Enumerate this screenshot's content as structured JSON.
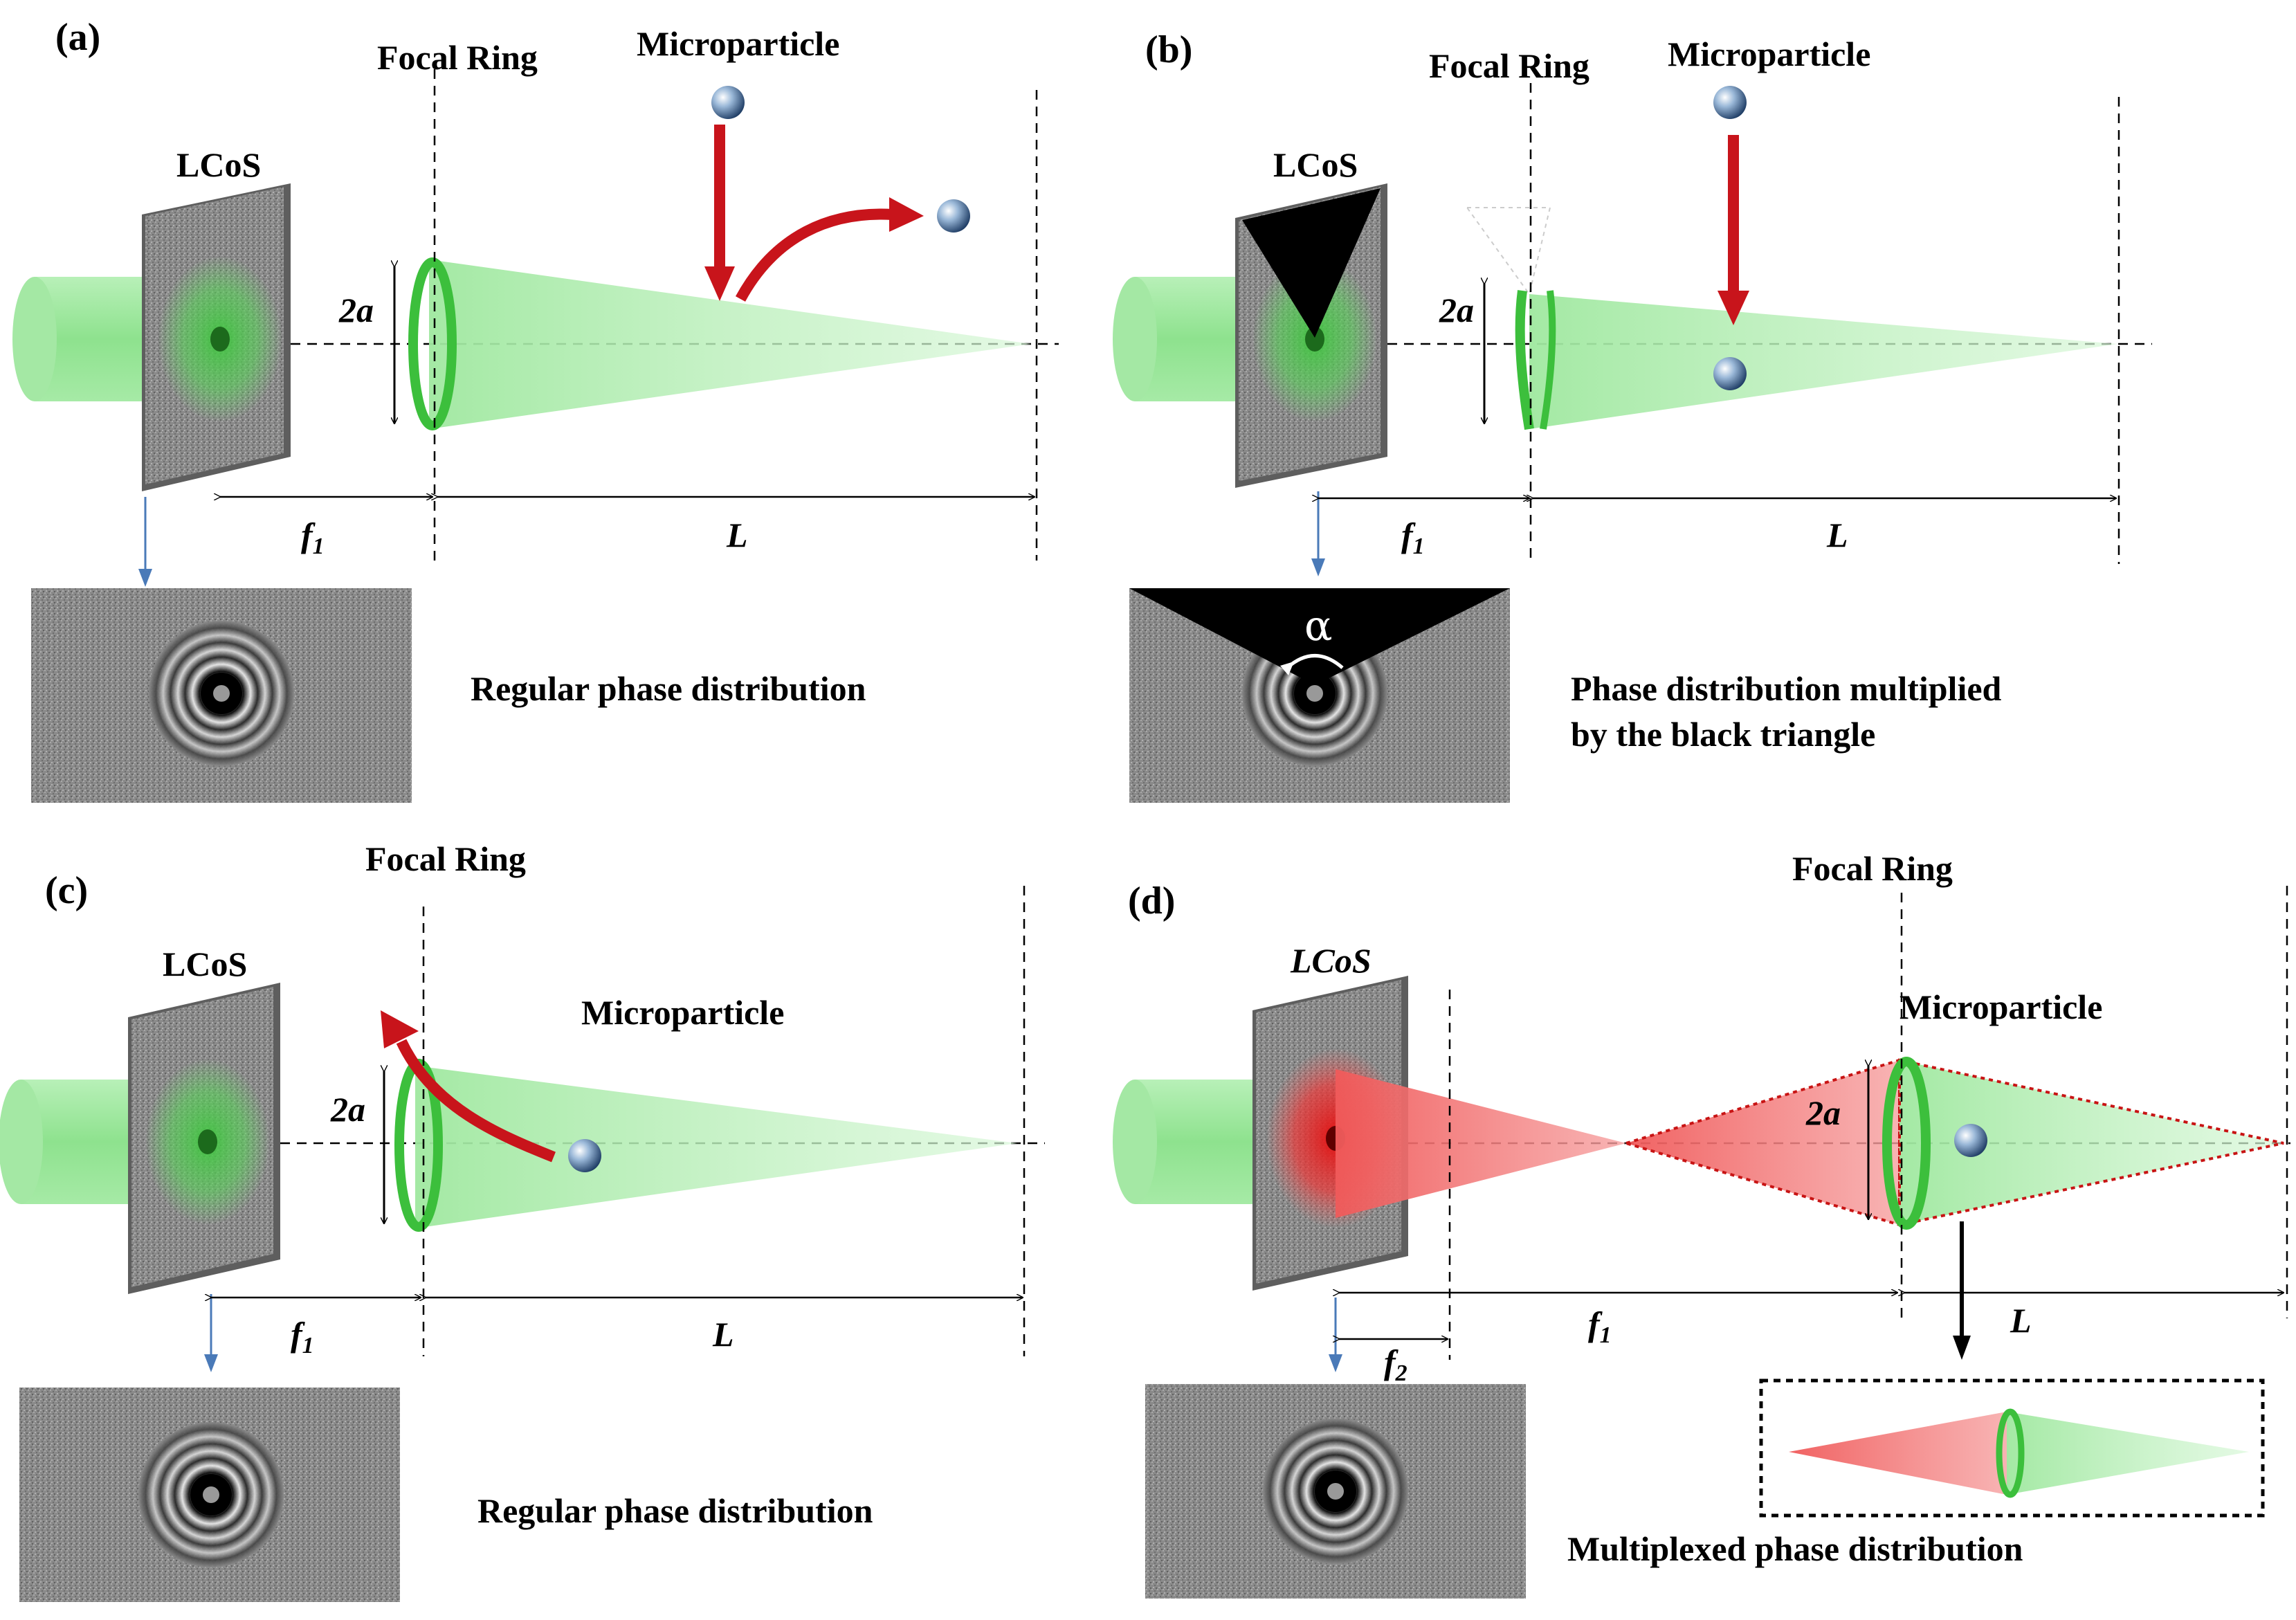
{
  "panels": {
    "a": {
      "label": "(a)",
      "lcos": "LCoS",
      "focal_ring": "Focal Ring",
      "microparticle": "Microparticle",
      "radius": "2a",
      "f1": "f",
      "f1_sub": "1",
      "L": "L",
      "caption": "Regular phase distribution"
    },
    "b": {
      "label": "(b)",
      "lcos": "LCoS",
      "focal_ring": "Focal Ring",
      "microparticle": "Microparticle",
      "radius": "2a",
      "f1": "f",
      "f1_sub": "1",
      "L": "L",
      "alpha": "α",
      "caption_line1": "Phase distribution multiplied",
      "caption_line2": "by the black triangle"
    },
    "c": {
      "label": "(c)",
      "lcos": "LCoS",
      "focal_ring": "Focal Ring",
      "microparticle": "Microparticle",
      "radius": "2a",
      "f1": "f",
      "f1_sub": "1",
      "L": "L",
      "caption": "Regular phase distribution"
    },
    "d": {
      "label": "(d)",
      "lcos": "LCoS",
      "focal_ring": "Focal Ring",
      "microparticle": "Microparticle",
      "radius": "2a",
      "f1": "f",
      "f1_sub": "1",
      "f2": "f",
      "f2_sub": "2",
      "L": "L",
      "caption": "Multiplexed phase distribution"
    }
  },
  "colors": {
    "green_beam": "#9be89b",
    "red_beam": "#f07070",
    "arrow_red": "#c8141b",
    "arrow_blue": "#4a7ab8",
    "slm_gray": "#6b6b6b"
  }
}
